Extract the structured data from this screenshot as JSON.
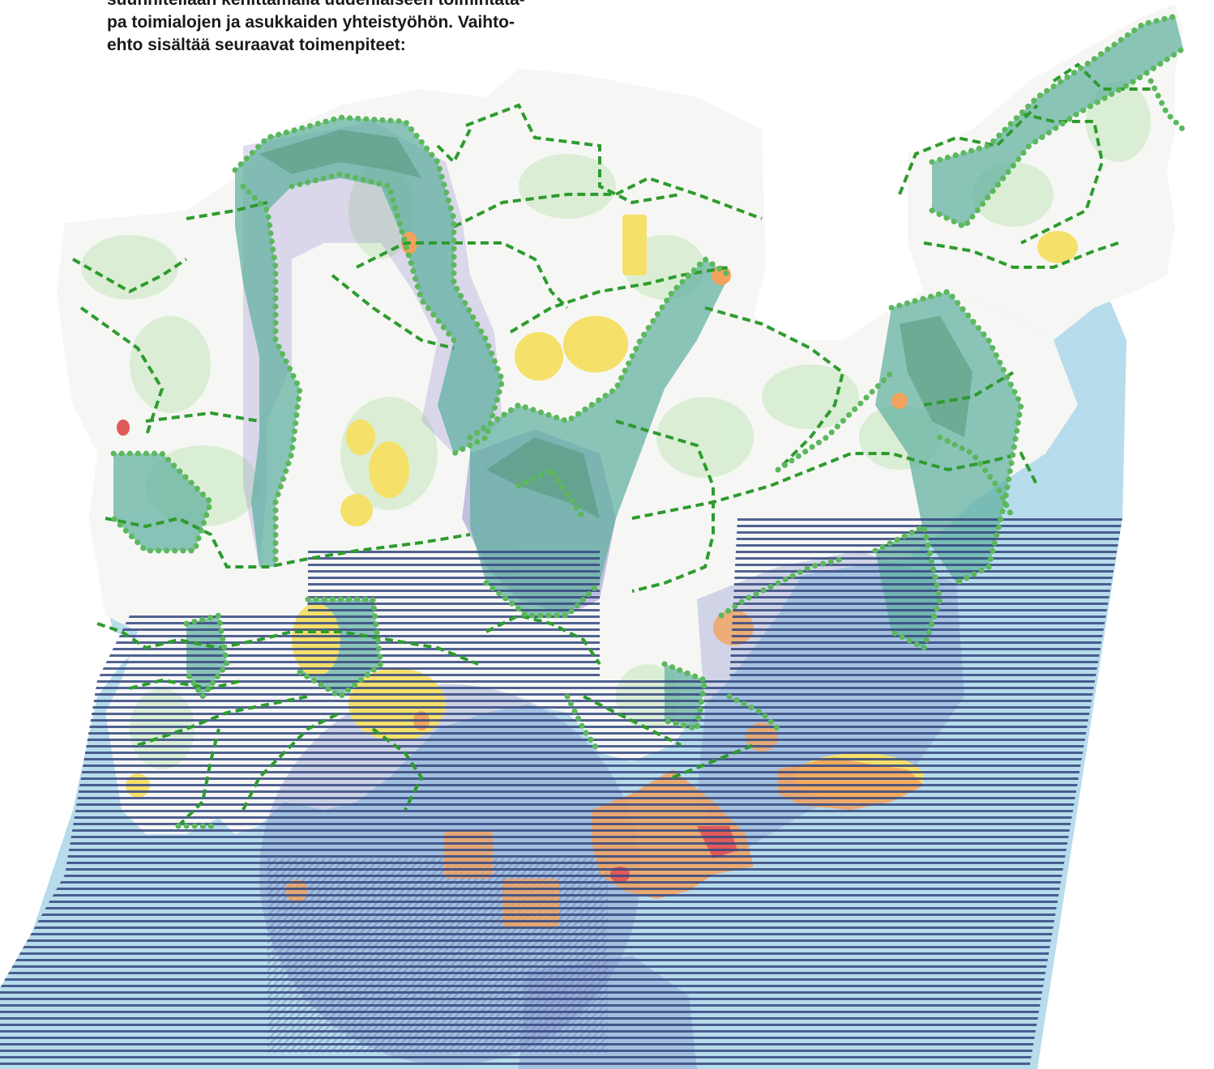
{
  "text": {
    "line1": "suunnitellaan kehittämällä uudenlaiseen toimintata-",
    "line2": "pa toimialojen ja asukkaiden yhteistyöhön. Vaihto-",
    "line3": "ehto sisältää seuraavat toimenpiteet:"
  },
  "colors": {
    "sea": "#b7dcec",
    "land": "#f6f7f5",
    "green_area": "#d8ecd2",
    "corridor": "#5fb0a0",
    "corridor_dark": "#4c8f6a",
    "purple": "#8e86c8",
    "yellow": "#f5e06a",
    "orange": "#f3a25d",
    "red": "#e05a5a",
    "route_line": "#2e9b2e",
    "route_dot": "#5cb85c",
    "hatch": "#34477f"
  }
}
